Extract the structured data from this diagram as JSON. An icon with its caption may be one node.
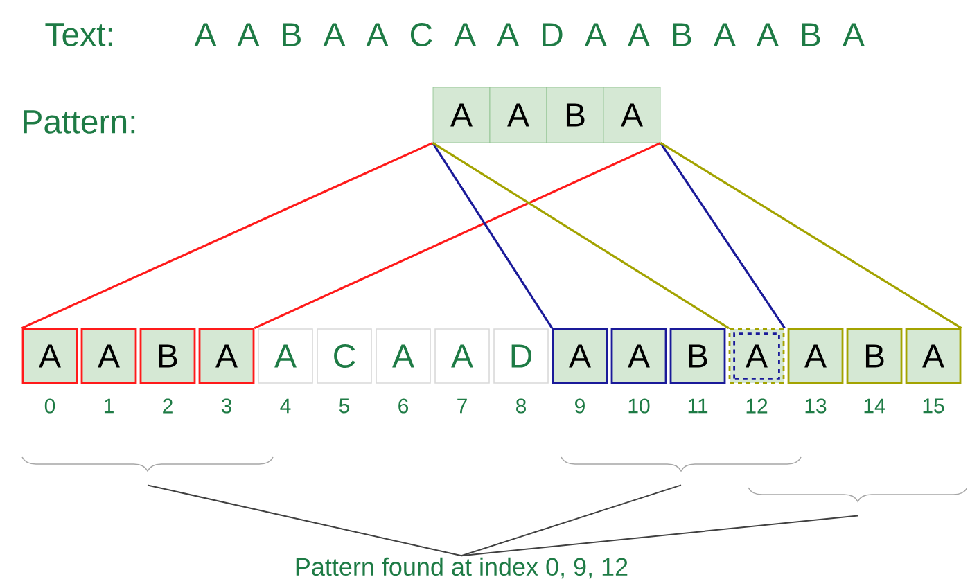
{
  "diagram": {
    "nodes": [
      {
        "text": [
          "A"
        ]
      },
      {
        "text": [
          "A"
        ]
      },
      {
        "text": [
          "B"
        ]
      },
      {
        "text": [
          "A"
        ]
      },
      {
        "text": [
          "A"
        ],
        "beside": [
          "0"
        ]
      },
      {
        "text": [
          "A"
        ],
        "beside": [
          "1"
        ]
      },
      {
        "text": [
          "B"
        ],
        "beside": [
          "2"
        ]
      },
      {
        "text": [
          "A"
        ],
        "beside": [
          "3"
        ]
      },
      {
        "text": [
          "A"
        ],
        "beside": [
          "4"
        ]
      },
      {
        "text": [
          "C"
        ],
        "beside": [
          "5"
        ]
      },
      {
        "text": [
          "A"
        ],
        "beside": [
          "6"
        ]
      },
      {
        "text": [
          "A"
        ],
        "beside": [
          "7"
        ]
      },
      {
        "text": [
          "D"
        ],
        "beside": [
          "8"
        ]
      },
      {
        "text": [
          "A"
        ],
        "beside": [
          "9"
        ]
      },
      {
        "text": [
          "A"
        ],
        "beside": [
          "10"
        ]
      },
      {
        "text": [
          "B"
        ],
        "beside": [
          "11"
        ]
      },
      {
        "text": [
          "A"
        ],
        "beside": [
          "12"
        ]
      },
      {
        "text": [
          "A"
        ],
        "beside": [
          "13"
        ]
      },
      {
        "text": [
          "B"
        ],
        "beside": [
          "14"
        ]
      },
      {
        "text": [
          "A"
        ],
        "beside": [
          "15"
        ]
      },
      {
        "text": [
          "Pattern found at index 0, 9, 12"
        ]
      },
      {
        "text": [],
        "shape": "brace"
      },
      {
        "text": [],
        "shape": "brace"
      },
      {
        "text": [],
        "shape": "brace"
      }
    ],
    "edges": [
      {
        "from": 0,
        "to": 4,
        "arrow": "none",
        "color": "#ff1a1a"
      },
      {
        "from": 3,
        "to": 7,
        "arrow": "none",
        "color": "#ff1a1a"
      },
      {
        "from": 0,
        "to": 13,
        "arrow": "none",
        "color": "#1a1a99"
      },
      {
        "from": 3,
        "to": 16,
        "arrow": "none",
        "color": "#1a1a99"
      },
      {
        "from": 0,
        "to": 16,
        "arrow": "none",
        "color": "#a3a300"
      },
      {
        "from": 3,
        "to": 19,
        "arrow": "none",
        "color": "#a3a300"
      },
      {
        "from": 20,
        "to": 21,
        "arrow": "none"
      },
      {
        "from": 20,
        "to": 22,
        "arrow": "none"
      },
      {
        "from": 20,
        "to": 23,
        "arrow": "none"
      }
    ],
    "labels": [
      "Text:",
      "A A B A A C A A D A A B A A B A",
      "Pattern:"
    ]
  }
}
